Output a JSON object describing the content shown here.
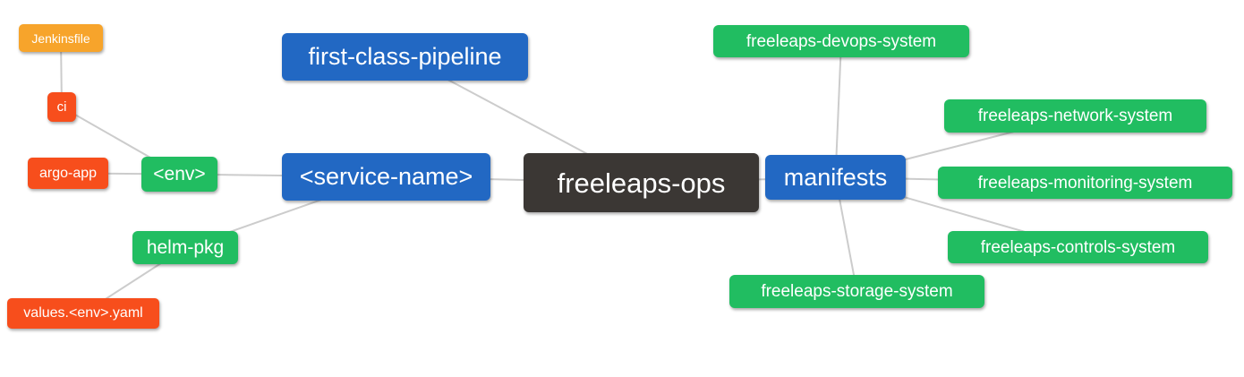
{
  "colors": {
    "connector": "#cccccc",
    "root_bg": "#3b3734",
    "branch_blue_bg": "#2268c3",
    "leaf_green_bg": "#21bd61",
    "leaf_red_bg": "#f74e1c",
    "leaf_amber_bg": "#f7a42b",
    "node_text": "#ffffff"
  },
  "nodes": {
    "root": {
      "label": "freeleaps-ops",
      "color": "#3b3734"
    },
    "pipeline": {
      "label": "first-class-pipeline",
      "color": "#2268c3"
    },
    "service_name": {
      "label": "<service-name>",
      "color": "#2268c3"
    },
    "manifests": {
      "label": "manifests",
      "color": "#2268c3"
    },
    "env": {
      "label": "<env>",
      "color": "#21bd61"
    },
    "helm_pkg": {
      "label": "helm-pkg",
      "color": "#21bd61"
    },
    "ci": {
      "label": "ci",
      "color": "#f74e1c"
    },
    "argo_app": {
      "label": "argo-app",
      "color": "#f74e1c"
    },
    "values_yaml": {
      "label": "values.<env>.yaml",
      "color": "#f74e1c"
    },
    "jenkinsfile": {
      "label": "Jenkinsfile",
      "color": "#f7a42b"
    },
    "devops": {
      "label": "freeleaps-devops-system",
      "color": "#21bd61"
    },
    "network": {
      "label": "freeleaps-network-system",
      "color": "#21bd61"
    },
    "monitoring": {
      "label": "freeleaps-monitoring-system",
      "color": "#21bd61"
    },
    "controls": {
      "label": "freeleaps-controls-system",
      "color": "#21bd61"
    },
    "storage": {
      "label": "freeleaps-storage-system",
      "color": "#21bd61"
    }
  },
  "edges": [
    [
      "jenkinsfile",
      "ci"
    ],
    [
      "ci",
      "env"
    ],
    [
      "argo_app",
      "env"
    ],
    [
      "env",
      "service_name"
    ],
    [
      "helm_pkg",
      "service_name"
    ],
    [
      "values_yaml",
      "helm_pkg"
    ],
    [
      "pipeline",
      "root"
    ],
    [
      "service_name",
      "root"
    ],
    [
      "manifests",
      "root"
    ],
    [
      "devops",
      "manifests"
    ],
    [
      "network",
      "manifests"
    ],
    [
      "monitoring",
      "manifests"
    ],
    [
      "controls",
      "manifests"
    ],
    [
      "storage",
      "manifests"
    ]
  ]
}
